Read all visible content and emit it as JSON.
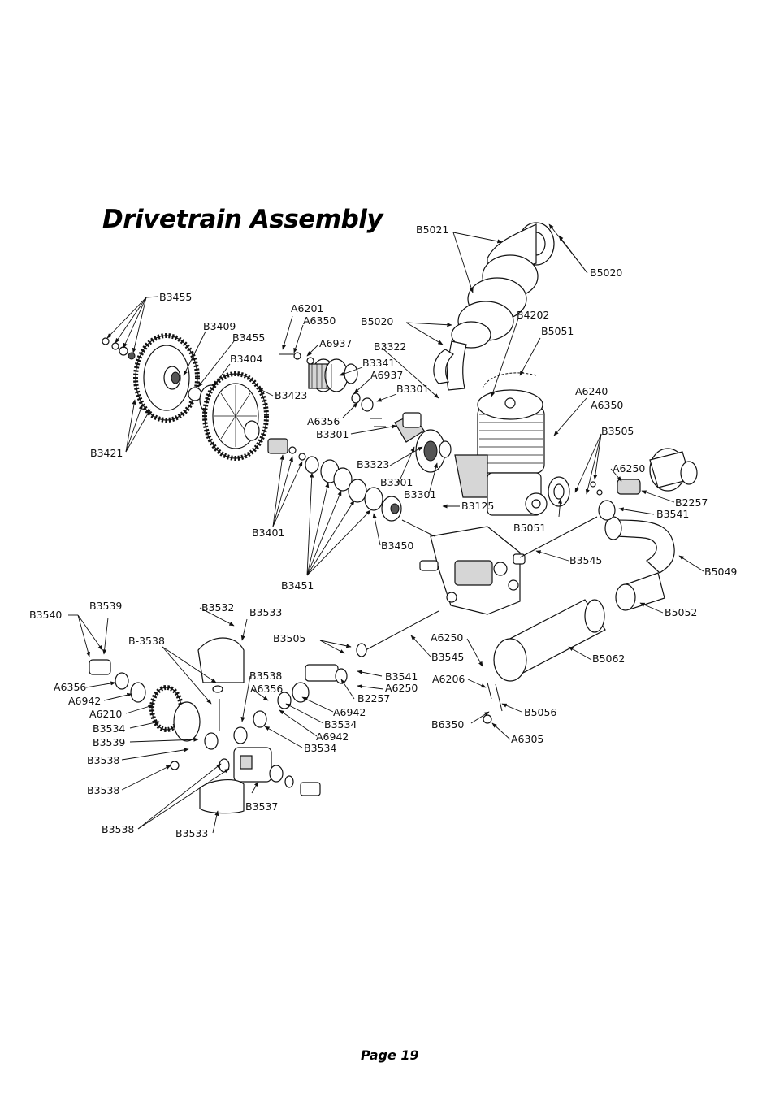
{
  "title": "Drivetrain Assembly",
  "page_number": "Page 19",
  "callouts": [
    {
      "id": "B5021",
      "label": "B5021"
    },
    {
      "id": "B5020a",
      "label": "B5020"
    },
    {
      "id": "B3455a",
      "label": "B3455"
    },
    {
      "id": "A6201",
      "label": "A6201"
    },
    {
      "id": "A6350a",
      "label": "A6350"
    },
    {
      "id": "B5020b",
      "label": "B5020"
    },
    {
      "id": "B4202",
      "label": "B4202"
    },
    {
      "id": "B3409",
      "label": "B3409"
    },
    {
      "id": "B3455b",
      "label": "B3455"
    },
    {
      "id": "A6937a",
      "label": "A6937"
    },
    {
      "id": "B3322",
      "label": "B3322"
    },
    {
      "id": "B5051a",
      "label": "B5051"
    },
    {
      "id": "B3404",
      "label": "B3404"
    },
    {
      "id": "B3341",
      "label": "B3341"
    },
    {
      "id": "A6937b",
      "label": "A6937"
    },
    {
      "id": "B3301a",
      "label": "B3301"
    },
    {
      "id": "B3423",
      "label": "B3423"
    },
    {
      "id": "A6240",
      "label": "A6240"
    },
    {
      "id": "A6350b",
      "label": "A6350"
    },
    {
      "id": "A6356a",
      "label": "A6356"
    },
    {
      "id": "B3301b",
      "label": "B3301"
    },
    {
      "id": "B3505a",
      "label": "B3505"
    },
    {
      "id": "B3421",
      "label": "B3421"
    },
    {
      "id": "B3323",
      "label": "B3323"
    },
    {
      "id": "A6250a",
      "label": "A6250"
    },
    {
      "id": "B3301c",
      "label": "B3301"
    },
    {
      "id": "B3301d",
      "label": "B3301"
    },
    {
      "id": "B2257a",
      "label": "B2257"
    },
    {
      "id": "B3125",
      "label": "B3125"
    },
    {
      "id": "B3541a",
      "label": "B3541"
    },
    {
      "id": "B5051b",
      "label": "B5051"
    },
    {
      "id": "B3401",
      "label": "B3401"
    },
    {
      "id": "B3450",
      "label": "B3450"
    },
    {
      "id": "B3545a",
      "label": "B3545"
    },
    {
      "id": "B5049",
      "label": "B5049"
    },
    {
      "id": "B3451",
      "label": "B3451"
    },
    {
      "id": "B3540",
      "label": "B3540"
    },
    {
      "id": "B3539a",
      "label": "B3539"
    },
    {
      "id": "B3532",
      "label": "B3532"
    },
    {
      "id": "B3533a",
      "label": "B3533"
    },
    {
      "id": "B5052",
      "label": "B5052"
    },
    {
      "id": "B-3538",
      "label": "B-3538"
    },
    {
      "id": "B3505b",
      "label": "B3505"
    },
    {
      "id": "A6250b",
      "label": "A6250"
    },
    {
      "id": "B3545b",
      "label": "B3545"
    },
    {
      "id": "B5062",
      "label": "B5062"
    },
    {
      "id": "B3538a",
      "label": "B3538"
    },
    {
      "id": "B3541b",
      "label": "B3541"
    },
    {
      "id": "A6206",
      "label": "A6206"
    },
    {
      "id": "A6356b",
      "label": "A6356"
    },
    {
      "id": "A6356c",
      "label": "A6356"
    },
    {
      "id": "A6250c",
      "label": "A6250"
    },
    {
      "id": "A6942a",
      "label": "A6942"
    },
    {
      "id": "B2257b",
      "label": "B2257"
    },
    {
      "id": "A6210",
      "label": "A6210"
    },
    {
      "id": "A6942b",
      "label": "A6942"
    },
    {
      "id": "B5056",
      "label": "B5056"
    },
    {
      "id": "B3534a",
      "label": "B3534"
    },
    {
      "id": "B3534b",
      "label": "B3534"
    },
    {
      "id": "B6350",
      "label": "B6350"
    },
    {
      "id": "B3539b",
      "label": "B3539"
    },
    {
      "id": "A6942c",
      "label": "A6942"
    },
    {
      "id": "A6305",
      "label": "A6305"
    },
    {
      "id": "B3534c",
      "label": "B3534"
    },
    {
      "id": "B3538b",
      "label": "B3538"
    },
    {
      "id": "B3538c",
      "label": "B3538"
    },
    {
      "id": "B3537",
      "label": "B3537"
    },
    {
      "id": "B3538d",
      "label": "B3538"
    },
    {
      "id": "B3533b",
      "label": "B3533"
    }
  ]
}
